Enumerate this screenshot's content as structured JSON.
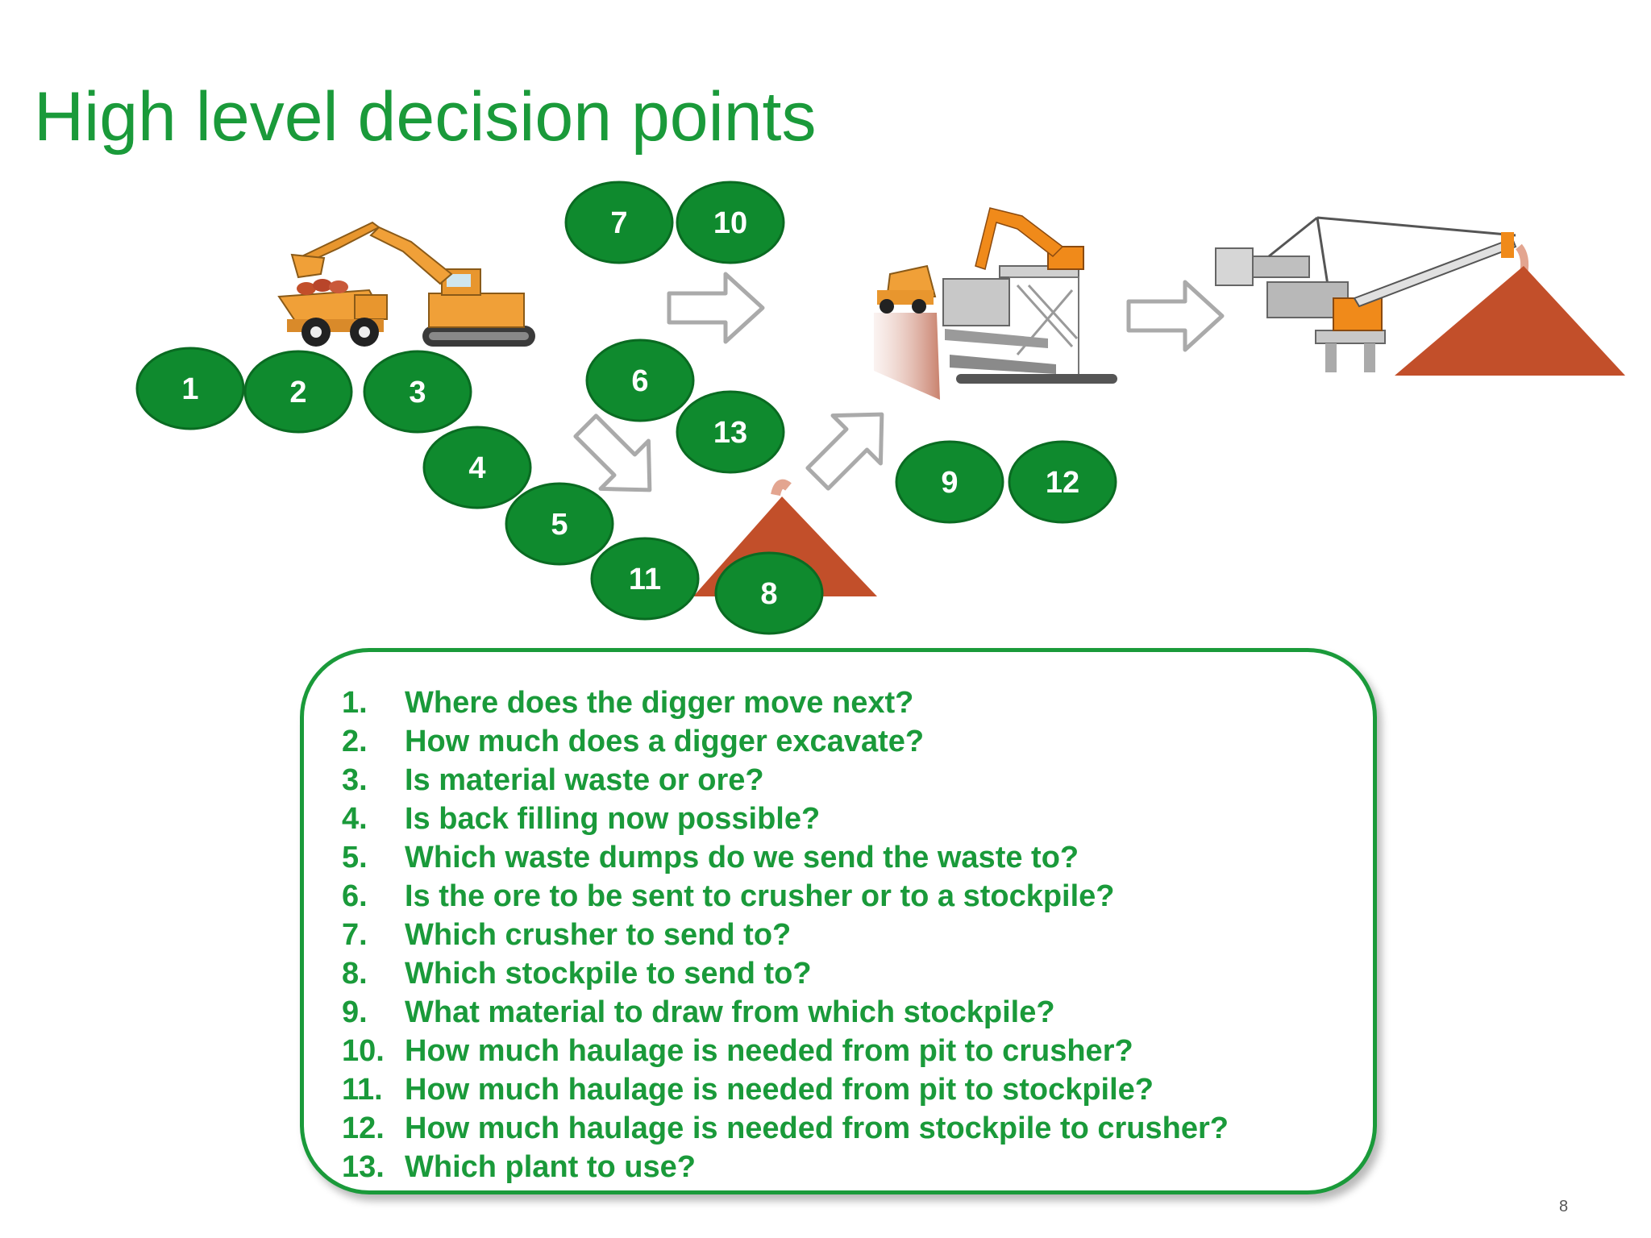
{
  "slide": {
    "title": "High level decision points",
    "page_number": "8"
  },
  "colors": {
    "green": "#1a9a3a",
    "badge_fill": "#0f8a2e",
    "badge_stroke": "#0a6b22",
    "machine_orange": "#f0a038",
    "pile_red": "#c24f2a"
  },
  "badges": [
    {
      "label": "1"
    },
    {
      "label": "2"
    },
    {
      "label": "3"
    },
    {
      "label": "4"
    },
    {
      "label": "5"
    },
    {
      "label": "6"
    },
    {
      "label": "7"
    },
    {
      "label": "8"
    },
    {
      "label": "9"
    },
    {
      "label": "10"
    },
    {
      "label": "11"
    },
    {
      "label": "12"
    },
    {
      "label": "13"
    }
  ],
  "questions": [
    {
      "num": "1.",
      "text": "Where does the digger move next?"
    },
    {
      "num": "2.",
      "text": "How much does a digger excavate?"
    },
    {
      "num": "3.",
      "text": "Is material waste or ore?"
    },
    {
      "num": "4.",
      "text": "Is back filling now possible?"
    },
    {
      "num": "5.",
      "text": "Which waste dumps do we send the waste to?"
    },
    {
      "num": "6.",
      "text": "Is the ore to be sent to crusher or to a stockpile?"
    },
    {
      "num": "7.",
      "text": "Which crusher to send to?"
    },
    {
      "num": "8.",
      "text": "Which stockpile to send to?"
    },
    {
      "num": "9.",
      "text": "What material to draw from which stockpile?"
    },
    {
      "num": "10.",
      "text": "How much haulage is needed  from pit to crusher?"
    },
    {
      "num": "11.",
      "text": "How much haulage is needed from pit to stockpile?"
    },
    {
      "num": "12.",
      "text": "How much haulage is needed from stockpile to crusher?"
    },
    {
      "num": "13.",
      "text": "Which plant to use?"
    }
  ]
}
